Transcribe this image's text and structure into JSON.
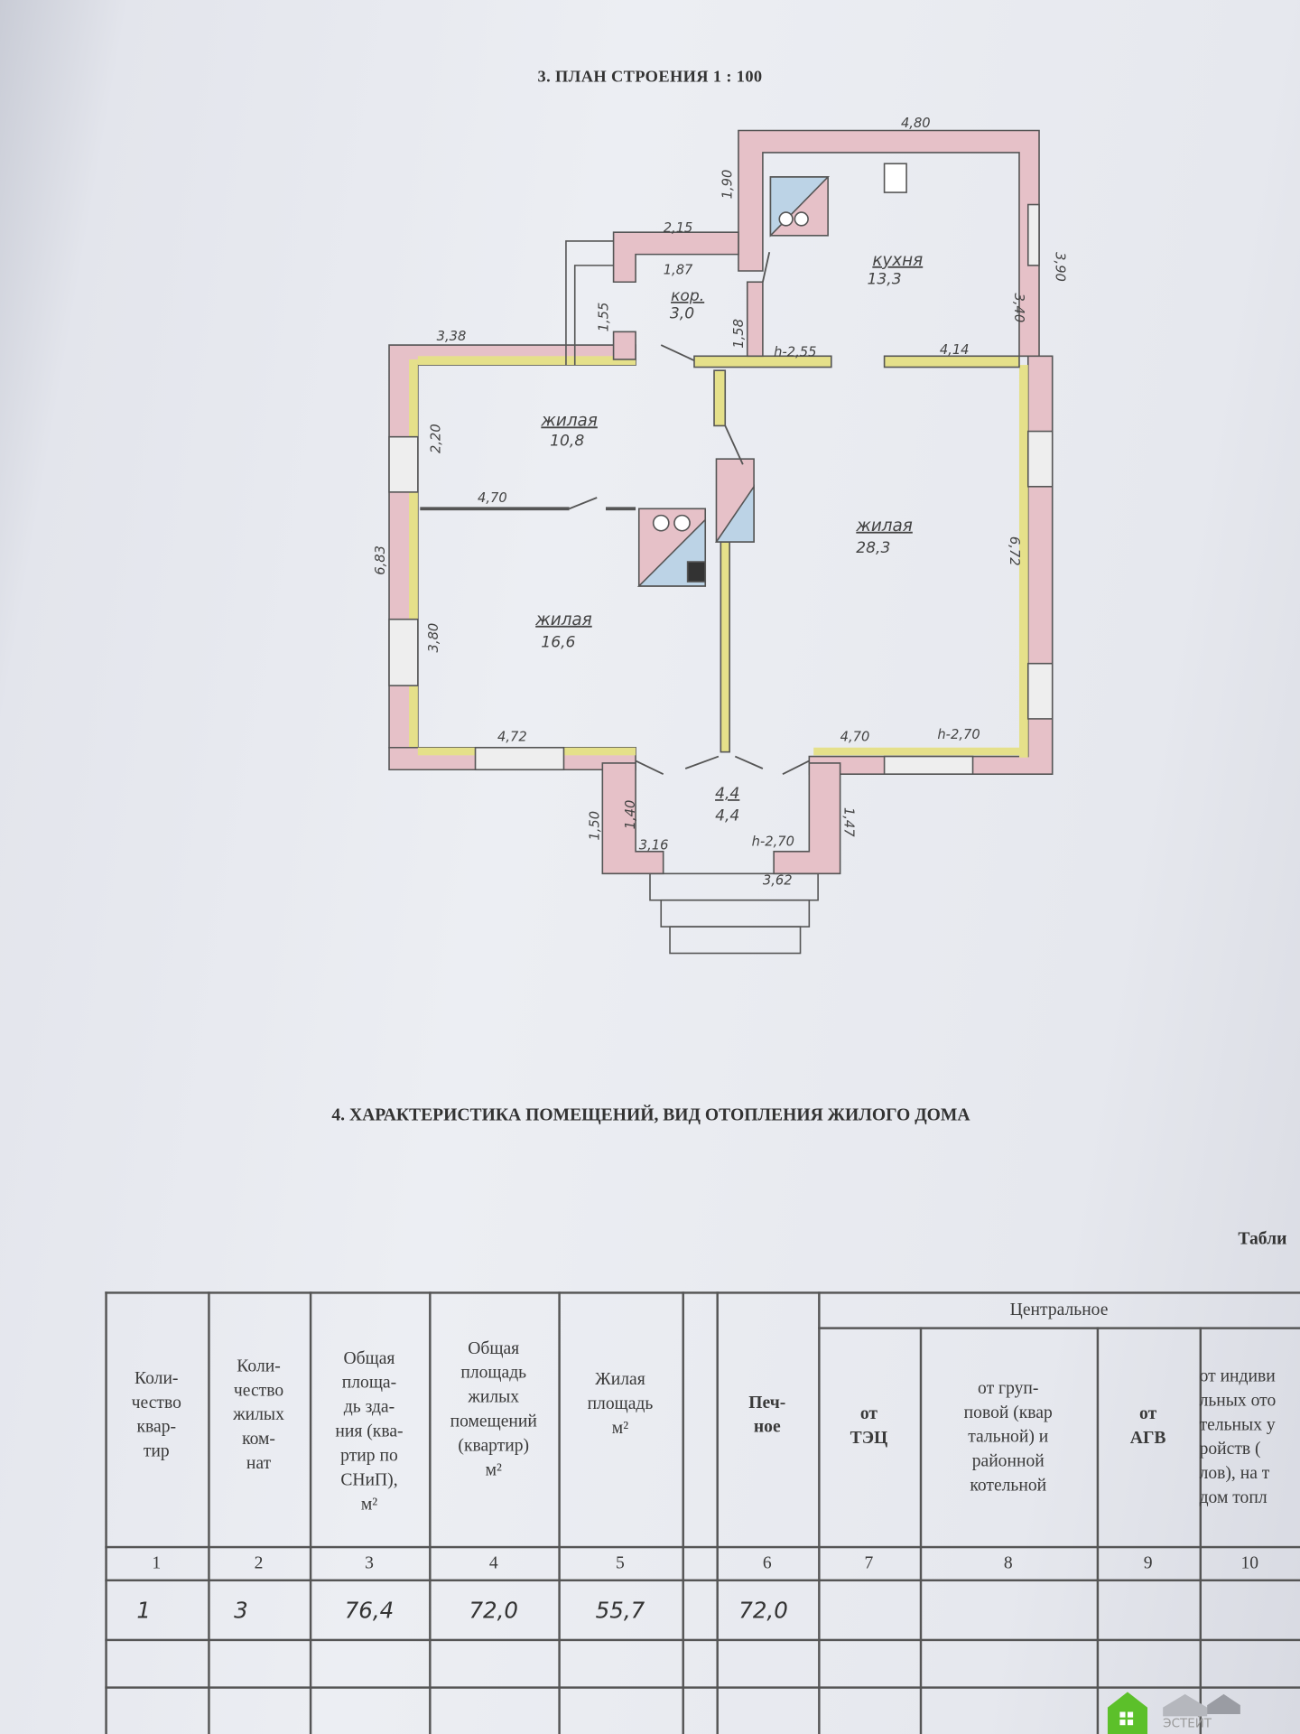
{
  "section3": {
    "title": "3. ПЛАН СТРОЕНИЯ 1 : 100",
    "rooms": [
      {
        "name": "кухня",
        "area": "13,3"
      },
      {
        "name": "кор.",
        "area": "3,0"
      },
      {
        "name": "жилая",
        "area": "10,8"
      },
      {
        "name": "жилая",
        "area": "28,3"
      },
      {
        "name": "жилая",
        "area": "16,6"
      },
      {
        "name": "4,4",
        "area": "4,4"
      }
    ],
    "dimensions": {
      "top": "4,80",
      "kitchen_left": "1,90",
      "corr_top": "2,15",
      "corr_inner": "1,87",
      "kitchen_right_inner": "3,40",
      "kitchen_right_outer": "3,90",
      "left_top": "3,38",
      "corr_left": "1,55",
      "corr_right": "1,58",
      "h1": "h-2,55",
      "right_inner": "4,14",
      "room108_side": "2,20",
      "partition": "4,70",
      "left_outer": "6,83",
      "room166_side": "3,80",
      "right_side": "6,72",
      "bottom_left": "4,72",
      "bottom_right": "4,70",
      "h2": "h-2,70",
      "porch_left_outer": "1,50",
      "porch_left_inner": "1,40",
      "porch_bottom_left": "3,16",
      "h3": "h-2,70",
      "porch_right": "1,47",
      "porch_bottom_right": "3,62"
    }
  },
  "section4": {
    "title": "4. ХАРАКТЕРИСТИКА ПОМЕЩЕНИЙ, ВИД ОТОПЛЕНИЯ ЖИЛОГО ДОМА",
    "table_label": "Табли",
    "group_header": "Центральное",
    "headers": [
      "Коли-\nчество\nквар-\nтир",
      "Коли-\nчество\nжилых\nком-\nнат",
      "Общая\nплоща-\nдь зда-\nния (ква-\nртир по\nСНиП),\nм²",
      "Общая\nплощадь\nжилых\nпомещений\n(квартир)\nм²",
      "Жилая\nплощадь\nм²",
      "Печ-\nное",
      "от\nТЭЦ",
      "от груп-\nповой (квар\nтальной) и\nрайонной\nкотельной",
      "от\nАГВ",
      "от индиви\nльных ото\nтельных у\nройств (\nлов), на т\nдом топл"
    ],
    "column_numbers": [
      "1",
      "2",
      "3",
      "4",
      "5",
      "6",
      "7",
      "8",
      "9",
      "10"
    ],
    "rows": [
      [
        "1",
        "3",
        "76,4",
        "72,0",
        "55,7",
        "72,0",
        "",
        "",
        "",
        ""
      ]
    ]
  },
  "watermark": {
    "text": "ЭСТЕЙТ",
    "color": "#5cc02a"
  }
}
